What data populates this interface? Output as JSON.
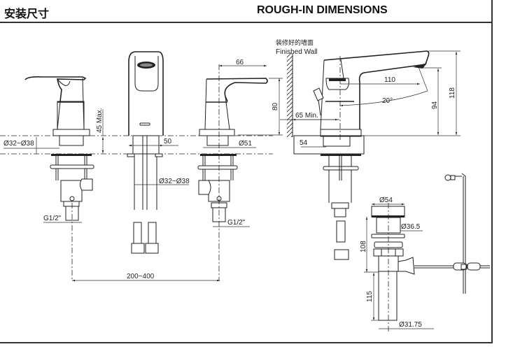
{
  "header": {
    "title_cn": "安装尺寸",
    "title_en": "ROUGH-IN DIMENSIONS"
  },
  "wall": {
    "label_cn": "装修好的墙面",
    "label_en": "Finished Wall"
  },
  "dimensions": {
    "deck_hole_left": "Ø32~Ø38",
    "deck_thickness": "45 Max.",
    "inlet_left": "G1/2\"",
    "spout_base_width": "50",
    "deck_hole_center": "Ø32~Ø38",
    "centers_spread": "200~400",
    "handle_reach": "66",
    "handle_height": "80",
    "handle_base": "Ø51",
    "inlet_right": "G1/2\"",
    "wall_clearance": "65 Min.",
    "spout_base": "54",
    "spout_reach": "110",
    "spout_swivel_angle": "20°",
    "spout_outlet_height": "94",
    "spout_total_height": "118",
    "drain_flange": "Ø54",
    "drain_body": "Ø36.5",
    "drain_height": "108",
    "tailpiece_length": "115",
    "tailpiece_diameter": "Ø31.75"
  }
}
